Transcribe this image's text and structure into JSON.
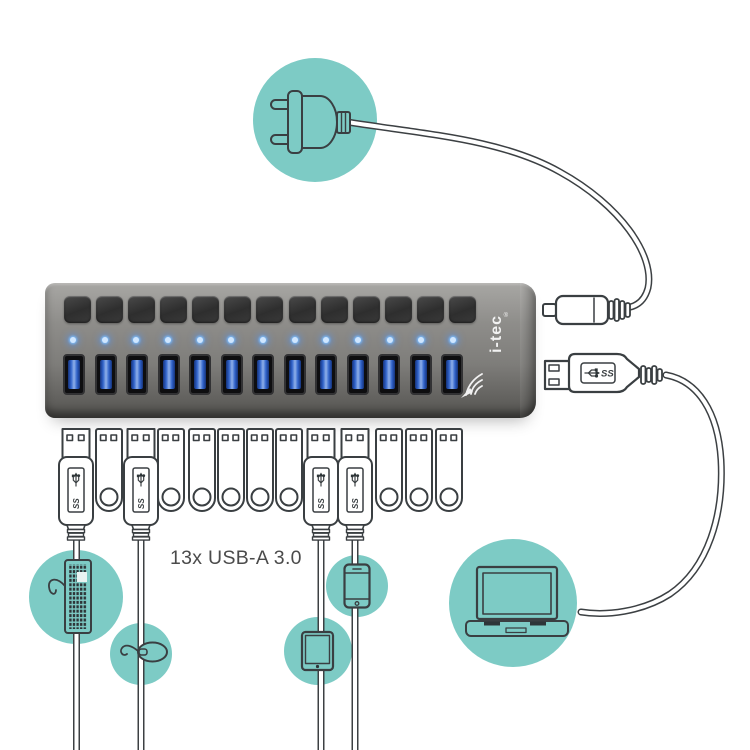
{
  "palette": {
    "teal": "#7dcbc5",
    "outline": "#3a3f42",
    "led_blue": "#7fc0ff",
    "port_blue": "#2f62c9",
    "cable_core": "#ffffff",
    "caption_text": "#4b4b4b"
  },
  "hub": {
    "brand": "i-tec",
    "brand_mark": "®",
    "buttons": 13,
    "leds": 13,
    "ports": 13
  },
  "caption": {
    "text": "13x USB-A 3.0"
  },
  "usb": {
    "ss_label": "SS"
  },
  "icons": {
    "power_plug": "power-plug-icon",
    "keyboard": "keyboard-icon",
    "mouse": "mouse-icon",
    "tablet": "tablet-icon",
    "smartphone": "smartphone-icon",
    "laptop": "laptop-icon",
    "dc_connector": "dc-power-connector-icon",
    "usb_b_connector": "usb-b-connector-icon"
  }
}
